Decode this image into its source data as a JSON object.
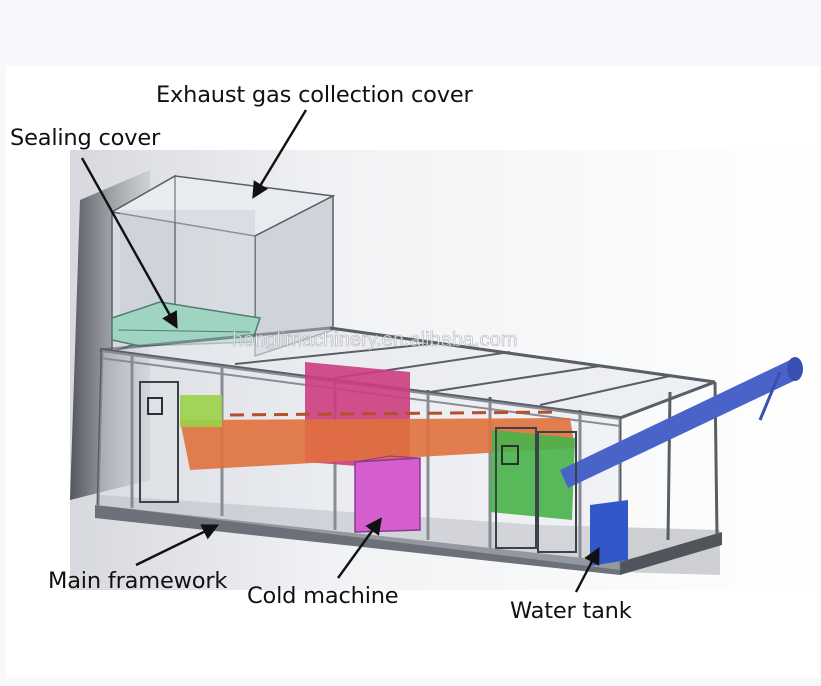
{
  "labels": {
    "exhaust_cover": "Exhaust gas collection cover",
    "sealing_cover": "Sealing cover",
    "main_framework": "Main framework",
    "cold_machine": "Cold machine",
    "water_tank": "Water tank"
  },
  "watermark": "honglimachinery.en.alibaba.com",
  "colors": {
    "frame_line": "#5a5f66",
    "glass": "#dfe3ea",
    "conveyor": "#e0703c",
    "cold_machine": "#d45ed0",
    "cabinet": "#cc3d80",
    "water_tank": "#3257c8",
    "screw_conveyor": "#4a63c8",
    "green_box": "#47b24a"
  }
}
